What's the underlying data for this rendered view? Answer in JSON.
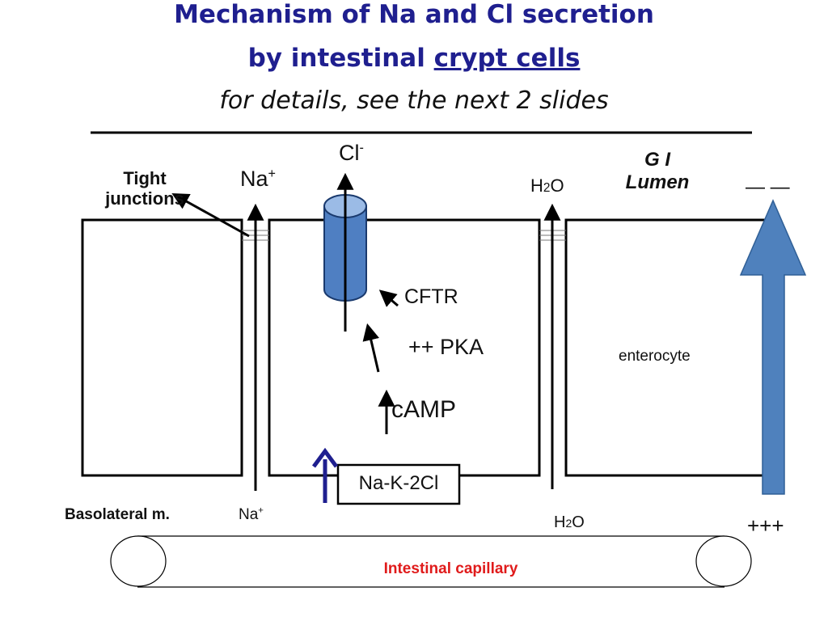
{
  "title": {
    "line1": "Mechanism of Na and Cl secretion",
    "line2_prefix": "by intestinal ",
    "line2_underlined": "crypt cells",
    "subtitle": "for details, see the next 2 slides"
  },
  "labels": {
    "tight_junctions_1": "Tight",
    "tight_junctions_2": "junctions",
    "na_top": "Na",
    "na_top_charge": "+",
    "cl": "Cl",
    "cl_charge": "-",
    "h2o_top_h": "H",
    "h2o_top_sub": "2",
    "h2o_top_o": "O",
    "gi_lumen_1": "G I",
    "gi_lumen_2": "Lumen",
    "lumen_charge": "— —",
    "cftr": "CFTR",
    "pka": "++ PKA",
    "camp": "cAMP",
    "enterocyte": "enterocyte",
    "cotransporter": "Na-K-2Cl",
    "basolateral": "Basolateral m.",
    "na_bottom": "Na",
    "na_bottom_charge": "+",
    "h2o_bottom_h": "H",
    "h2o_bottom_sub": "2",
    "h2o_bottom_o": "O",
    "blood_charge": "+++",
    "capillary": "Intestinal capillary"
  },
  "colors": {
    "title": "#1f1f8f",
    "cftr_fill": "#4f7fc2",
    "cftr_top": "#9bbbe6",
    "big_arrow": "#4f81bd",
    "small_arrow": "#1f1f8f",
    "capillary_text": "#e01b1b"
  }
}
